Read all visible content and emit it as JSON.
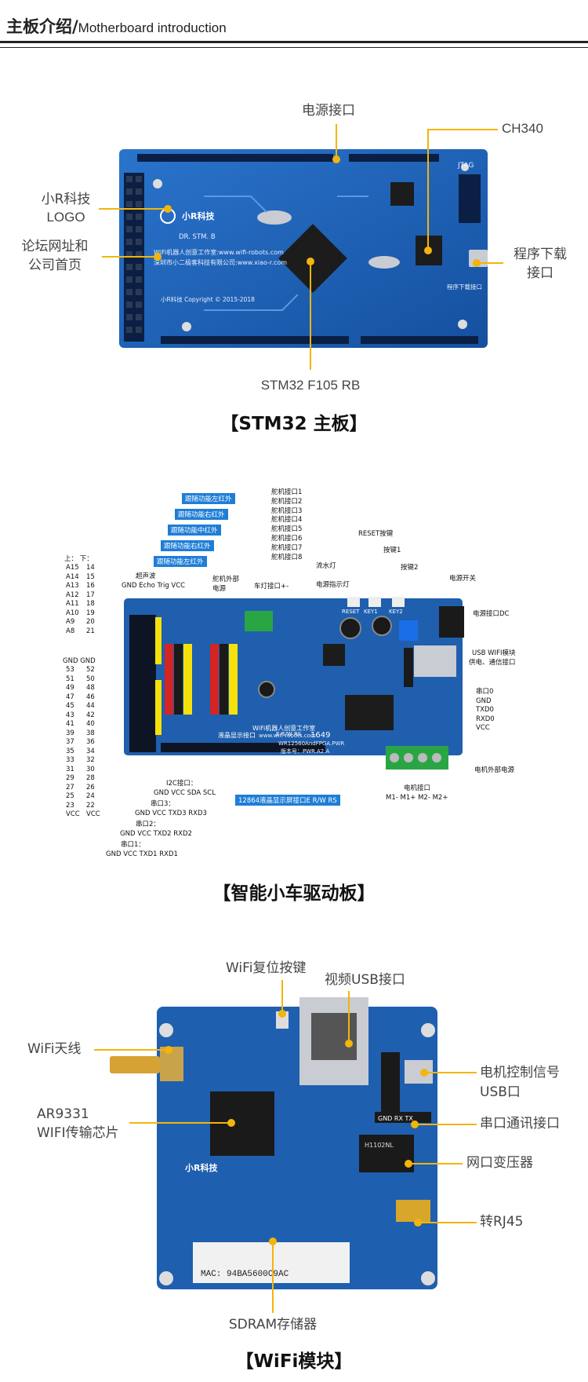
{
  "header": {
    "title_cn": "主板介绍",
    "sep": "/",
    "title_en": "Motherboard introduction"
  },
  "board1": {
    "caption": "【STM32 主板】",
    "labels": {
      "power": "电源接口",
      "ch340": "CH340",
      "logo1": "小R科技",
      "logo2": "LOGO",
      "forum1": "论坛网址和",
      "forum2": "公司首页",
      "download1": "程序下载",
      "download2": "接口",
      "mcu": "STM32 F105 RB"
    },
    "silk": {
      "name": "DR. STM. B",
      "studio": "WiFi机器人创意工作室:www.wifi-robots.com",
      "company": "深圳市小二极客科技有限公司:www.xiao-r.com",
      "copyright": "小R科技 Copyright © 2015-2018",
      "jtag": "JTAG",
      "brand": "小R科技",
      "dl": "程序下载接口"
    }
  },
  "board2": {
    "caption": "【智能小车驱动板】",
    "tags_left": [
      "跟随功能左红外",
      "跟随功能右红外",
      "跟随功能中红外",
      "跟随功能右红外",
      "跟随功能左红外"
    ],
    "ultrasonic": "超声波",
    "ultra_pins": "GND Echo Trig VCC",
    "servo_tags": [
      "舵机接口1",
      "舵机接口2",
      "舵机接口3",
      "舵机接口4",
      "舵机接口5",
      "舵机接口6",
      "舵机接口7",
      "舵机接口8"
    ],
    "servo_power": "舵机外部电源",
    "car_light": "车灯接口+-",
    "flow_light": "流水灯",
    "power_led": "电源指示灯",
    "reset": "RESET按键",
    "key1": "按键1",
    "key2": "按键2",
    "power_switch": "电源开关",
    "power_dc": "电源接口DC",
    "usb_wifi1": "USB WIFI模块",
    "usb_wifi2": "供电、通信接口",
    "serial0": [
      "串口0",
      "GND",
      "TXD0",
      "RXD0",
      "VCC"
    ],
    "motor_power": "电机外部电源",
    "motor_port": "电机接口",
    "motor_pins": "M1- M1+ M2- M2+",
    "lcd": "12864液晶显示屏接口E R/W RS",
    "i2c": "I2C接口：",
    "i2c_pins": "GND VCC SDA SCL",
    "uart3": "串口3：",
    "uart3_pins": "GND VCC TXD3 RXD3",
    "uart2": "串口2：",
    "uart2_pins": "GND VCC TXD2 RXD2",
    "uart1": "串口1：",
    "uart1_pins": "GND VCC TXD1 RXD1",
    "top_head": "上：  下：",
    "top_pins": [
      [
        "A15",
        "14"
      ],
      [
        "A14",
        "15"
      ],
      [
        "A13",
        "16"
      ],
      [
        "A12",
        "17"
      ],
      [
        "A11",
        "18"
      ],
      [
        "A10",
        "19"
      ],
      [
        "A9",
        "20"
      ],
      [
        "A8",
        "21"
      ]
    ],
    "side_head": "GND  GND",
    "side_pins": [
      [
        "53",
        "52"
      ],
      [
        "51",
        "50"
      ],
      [
        "49",
        "48"
      ],
      [
        "47",
        "46"
      ],
      [
        "45",
        "44"
      ],
      [
        "43",
        "42"
      ],
      [
        "41",
        "40"
      ],
      [
        "39",
        "38"
      ],
      [
        "37",
        "36"
      ],
      [
        "35",
        "34"
      ],
      [
        "33",
        "32"
      ],
      [
        "31",
        "30"
      ],
      [
        "29",
        "28"
      ],
      [
        "27",
        "26"
      ],
      [
        "25",
        "24"
      ],
      [
        "23",
        "22"
      ],
      [
        "VCC",
        "VCC"
      ]
    ],
    "silk": {
      "studio": "WiFi机器人创意工作室",
      "url": "www.wifi-robots.com",
      "model": "WR12560AndFPGA.PWR",
      "version": "版本号：PWR.A2.A",
      "lcd_silk": "液晶显示接口",
      "ers": "E R/W RS",
      "n1649": "1649",
      "reset": "RESET",
      "key1": "KEY1",
      "key2": "KEY2"
    }
  },
  "board3": {
    "caption": "【WiFi模块】",
    "labels": {
      "reset_key": "WiFi复位按键",
      "usb_video": "视频USB接口",
      "antenna": "WiFi天线",
      "chip1": "AR9331",
      "chip2": "WIFI传输芯片",
      "motor_sig1": "电机控制信号",
      "motor_sig2": "USB口",
      "serial": "串口通讯接口",
      "transformer": "网口变压器",
      "rj45": "转RJ45",
      "sdram": "SDRAM存储器"
    },
    "silk": {
      "mac": "MAC: 94BA5600C9AC",
      "pins": "GND RX TX",
      "brand": "小R科技",
      "chip_text": "H1102NL"
    }
  },
  "colors": {
    "accent": "#f3b50b",
    "pcb": "#1b61b8",
    "pcb_dark": "#0c3c80",
    "tag": "#1e7ed6"
  }
}
